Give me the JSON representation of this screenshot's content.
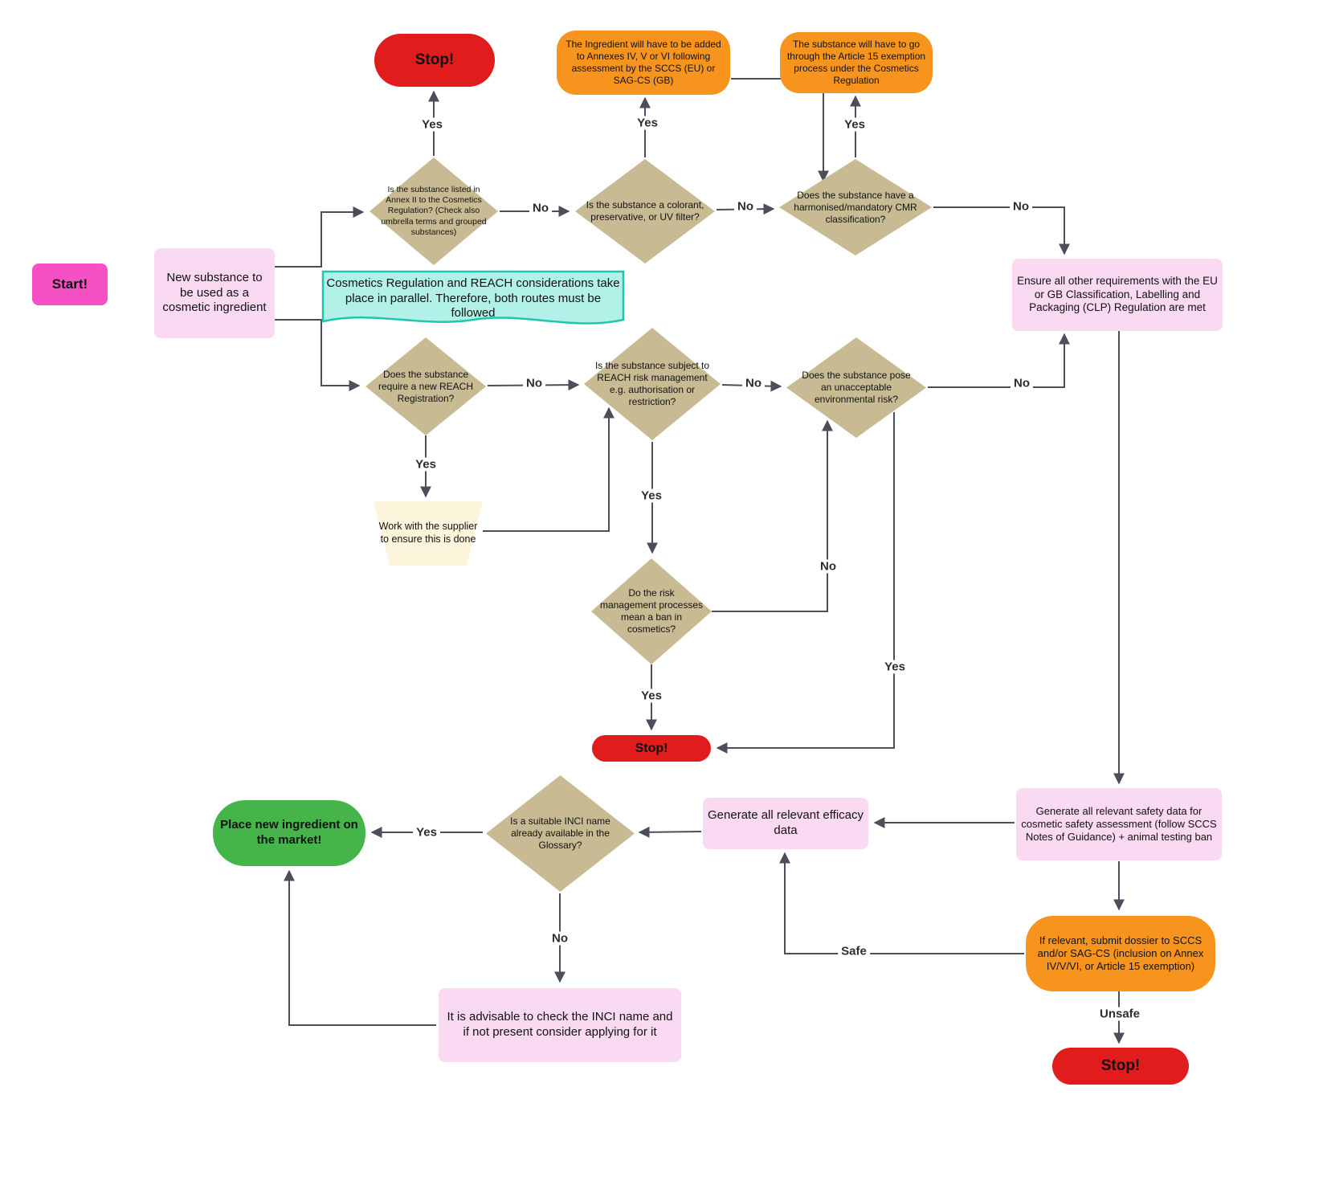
{
  "colors": {
    "start_pink": "#f551c5",
    "light_pink": "#fad9f2",
    "stop_red": "#e11c1c",
    "orange": "#f7941e",
    "diamond_tan": "#c8bb93",
    "teal_fill": "#b2f1e8",
    "teal_border": "#21c5af",
    "cream": "#fdf4dc",
    "green": "#46b549",
    "connector": "#4e4e5a"
  },
  "nodes": {
    "start": "Start!",
    "new_substance": "New substance to be used as a cosmetic ingredient",
    "stop_top": "Stop!",
    "annex2": "Is the substance listed in Annex II to the Cosmetics Regulation? (Check also umbrella terms and grouped substances)",
    "annexes_outcome": "The Ingredient will have to be added to Annexes IV, V or VI following assessment by the SCCS (EU) or SAG-CS (GB)",
    "colorant": "Is the substance a colorant, preservative, or UV filter?",
    "article15_outcome": "The substance will have to go through the Article 15 exemption process under the Cosmetics Regulation",
    "cmr": "Does the substance have a harmonised/mandatory CMR classification?",
    "clp": "Ensure all other requirements with the EU or GB Classification, Labelling and Packaging (CLP) Regulation are met",
    "parallel_note": "Cosmetics Regulation and REACH considerations take place in parallel. Therefore, both routes must be followed",
    "reach_reg": "Does the substance require a new REACH Registration?",
    "reach_risk": "Is the substance subject to REACH risk management e.g. authorisation or restriction?",
    "env_risk": "Does the substance pose an unacceptable environmental risk?",
    "supplier": "Work with the supplier to ensure this is done",
    "ban": "Do the risk management processes mean a ban in cosmetics?",
    "stop_mid": "Stop!",
    "market": "Place new ingredient on the market!",
    "inci": "Is a suitable INCI name already available in the Glossary?",
    "efficacy": "Generate all relevant efficacy data",
    "safety": "Generate all relevant safety data for cosmetic safety assessment (follow SCCS Notes of Guidance) + animal testing ban",
    "dossier": "If relevant, submit dossier to SCCS and/or SAG-CS (inclusion on Annex IV/V/VI, or Article 15 exemption)",
    "stop_bottom": "Stop!",
    "inci_advice": "It is advisable to check the INCI name and if not present consider applying for it"
  },
  "edge_labels": {
    "annex2_yes": "Yes",
    "annex2_no": "No",
    "colorant_yes": "Yes",
    "colorant_no": "No",
    "cmr_yes": "Yes",
    "cmr_no": "No",
    "reach_reg_yes": "Yes",
    "reach_reg_no": "No",
    "reach_risk_yes": "Yes",
    "reach_risk_no": "No",
    "env_no": "No",
    "env_yes": "Yes",
    "ban_no": "No",
    "ban_yes": "Yes",
    "inci_yes": "Yes",
    "inci_no": "No",
    "safe": "Safe",
    "unsafe": "Unsafe"
  }
}
